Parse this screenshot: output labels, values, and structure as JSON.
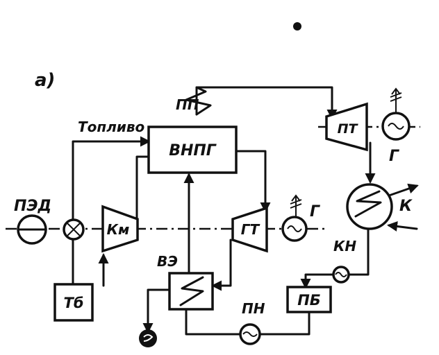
{
  "figure_label": "а)",
  "labels": {
    "fuel": "Топливо",
    "superheater": "ПП",
    "steam_generator": "ВНПГ",
    "steam_turbine": "ПТ",
    "generator_top": "Г",
    "generator_gas": "Г",
    "start_motor": "ПЭД",
    "compressor": "Км",
    "gas_turbine": "ГТ",
    "condenser": "К",
    "economizer": "ВЭ",
    "condensate_pump": "КН",
    "feed_pump": "ПН",
    "fuel_tank": "Тб",
    "feed_tank": "ПБ"
  }
}
